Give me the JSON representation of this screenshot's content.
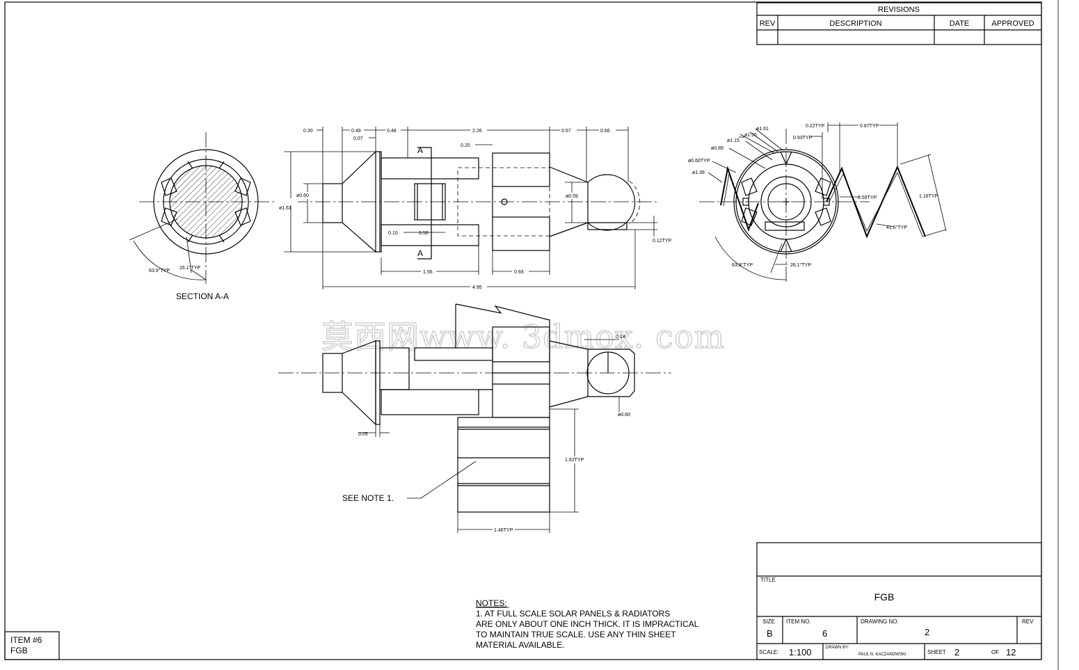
{
  "revisions": {
    "header": "REVISIONS",
    "columns": [
      "REV",
      "DESCRIPTION",
      "DATE",
      "APPROVED"
    ]
  },
  "section_label": "SECTION A-A",
  "section_marker": "A",
  "see_note": "SEE NOTE 1.",
  "notes": {
    "heading": "NOTES:",
    "lines": [
      "1. AT FULL SCALE SOLAR PANELS & RADIATORS",
      "ARE ONLY ABOUT ONE INCH THICK. IT IS IMPRACTICAL",
      "TO MAINTAIN TRUE SCALE. USE ANY THIN SHEET",
      "MATERIAL AVAILABLE."
    ]
  },
  "item_box": {
    "line1": "ITEM  #6",
    "line2": "FGB"
  },
  "title_block": {
    "title_label": "TITLE",
    "title": "FGB",
    "size_label": "SIZE",
    "size": "B",
    "item_no_label": "ITEM NO.",
    "item_no": "6",
    "drawing_no_label": "DRAWING NO.",
    "drawing_no": "2",
    "rev_label": "REV",
    "scale_label": "SCALE:",
    "scale": "1:100",
    "drawn_by_label": "DRAWN BY:",
    "drawn_by": "PAUL N. KACZANOWSKI",
    "sheet_label": "SHEET",
    "sheet": "2",
    "of_label": "OF",
    "of": "12"
  },
  "watermark": "莫西网www. 3dmox. com",
  "dimensions": {
    "d030": "0.30",
    "d049": "0.49",
    "d007": "0.07",
    "d048": "0.48",
    "d226": "2.26",
    "d057": "0.57",
    "d066": "0.66",
    "d020": "0.20",
    "d060": "ø0.60",
    "d161": "ø1.61",
    "d059": "ø0.59",
    "d010": "0.10",
    "d050": "0.50",
    "d012": "0.12TYP",
    "d156": "1.56",
    "d093": "0.93",
    "d495": "4.95",
    "a639": "63.9°TYP",
    "a261": "26.1°TYP",
    "r161": "ø1.61",
    "r156": "ø1.56",
    "r115": "ø1.15",
    "r089": "ø0.89",
    "r060": "ø0.60TYP",
    "r138": "ø1.38",
    "r022": "0.22TYP",
    "r093": "0.93TYP",
    "r087": "0.87TYP",
    "r059": "0.59TYP",
    "r116": "1.16TYP",
    "r416": "41.6°TYP",
    "r639": "63.9°TYP",
    "r261": "26.1°TYP",
    "b014": "0.14",
    "b060": "ø0.60",
    "b005": "0.05",
    "b162": "1.62TYP",
    "b146": "1.46TYP"
  }
}
